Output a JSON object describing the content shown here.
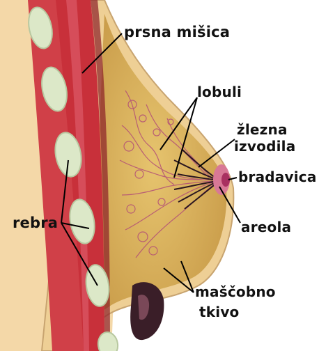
{
  "labels": {
    "pectoral_muscle": "prsna mišica",
    "lobules": "lobuli",
    "ducts_line1": "žlezna",
    "ducts_line2": "izvodila",
    "nipple": "bradavica",
    "ribs": "rebra",
    "areola": "areola",
    "fat_line1": "maščobno",
    "fat_line2": "tkivo"
  },
  "colors": {
    "skin": "#F0C88C",
    "fat_tissue": "#D8B45A",
    "muscle": "#C8303A",
    "rib": "#DCE8C8",
    "gland_lines": "#B04878",
    "nipple": "#C84878",
    "leader_line": "#000000"
  }
}
